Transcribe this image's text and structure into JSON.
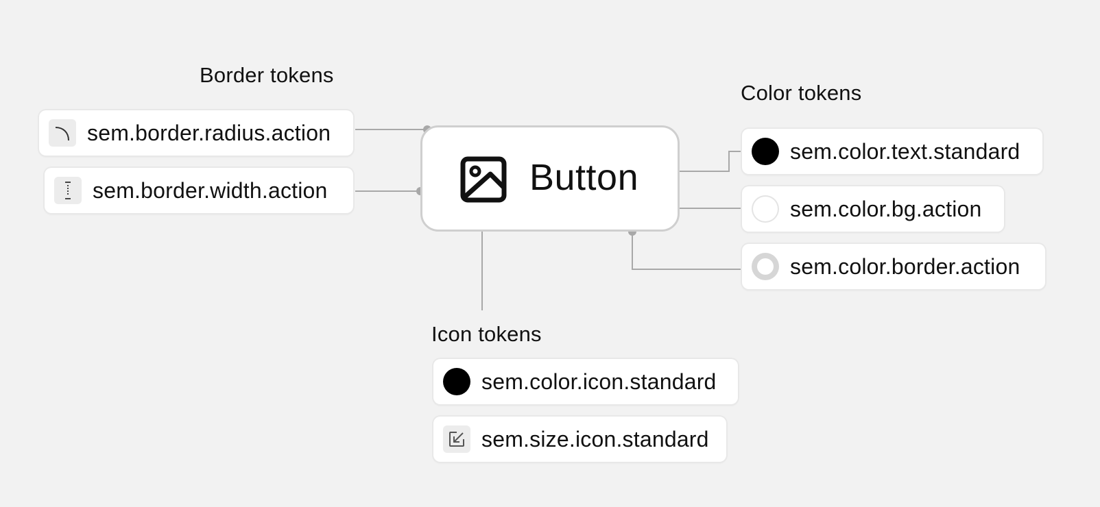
{
  "groups": {
    "border": {
      "title": "Border tokens",
      "tokens": [
        {
          "label": "sem.border.radius.action",
          "icon": "corner-radius-icon"
        },
        {
          "label": "sem.border.width.action",
          "icon": "border-width-icon"
        }
      ]
    },
    "color": {
      "title": "Color tokens",
      "tokens": [
        {
          "label": "sem.color.text.standard",
          "icon": "swatch-filled-icon",
          "color": "#000000"
        },
        {
          "label": "sem.color.bg.action",
          "icon": "swatch-empty-icon",
          "color": "#ffffff"
        },
        {
          "label": "sem.color.border.action",
          "icon": "swatch-ring-icon",
          "color": "#d6d6d6"
        }
      ]
    },
    "icon": {
      "title": "Icon tokens",
      "tokens": [
        {
          "label": "sem.color.icon.standard",
          "icon": "swatch-filled-icon",
          "color": "#000000"
        },
        {
          "label": "sem.size.icon.standard",
          "icon": "resize-arrow-icon"
        }
      ]
    }
  },
  "preview": {
    "label": "Button",
    "icon": "image-icon",
    "background": "#ffffff",
    "border_color": "#cfcfcf"
  },
  "connector_color": "#a8a8a8",
  "background": "#f2f2f2"
}
